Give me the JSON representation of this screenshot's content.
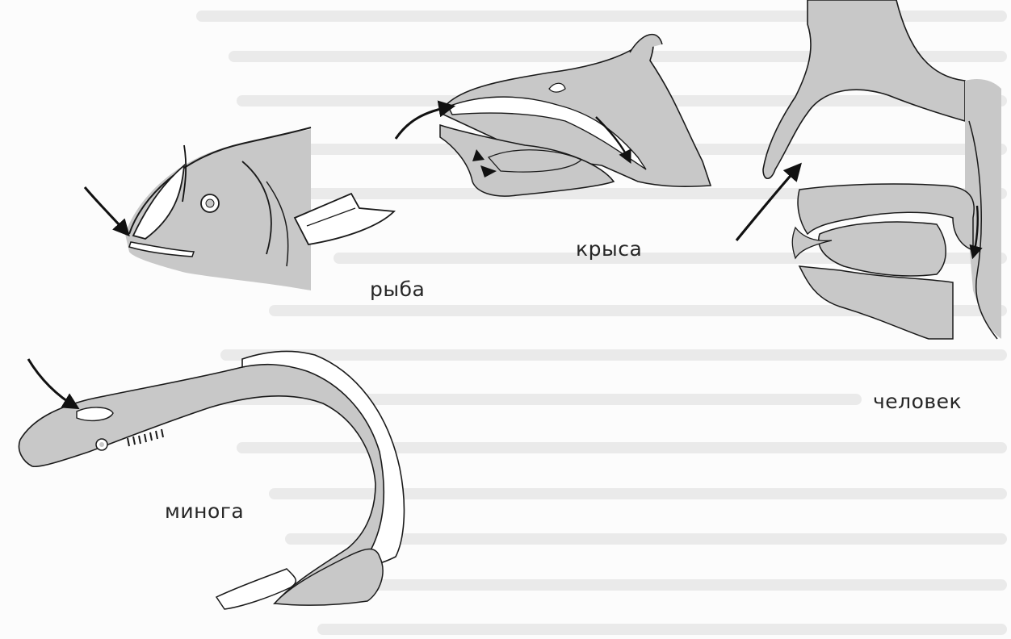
{
  "figure": {
    "labels": {
      "fish": "рыба",
      "rat": "крыса",
      "human": "человек",
      "lamprey": "минога"
    },
    "colors": {
      "body_fill": "#c8c8c8",
      "outline": "#1a1a1a",
      "background": "#fcfcfc",
      "bleed_text": "#e4e4e4"
    },
    "icons": [
      "airflow-arrow",
      "eye"
    ]
  }
}
